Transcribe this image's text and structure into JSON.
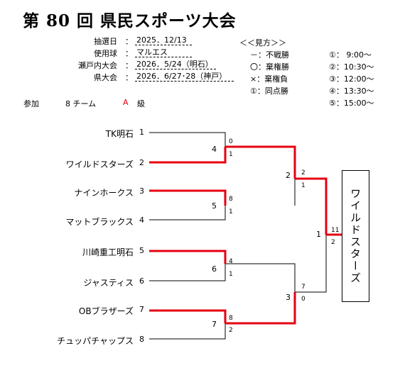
{
  "title": "第 80 回 県民スポーツ大会",
  "info": [
    {
      "label": "抽選日",
      "value": "2025．12/13"
    },
    {
      "label": "使用球",
      "value": "マルエス"
    },
    {
      "label": "瀬戸内大会",
      "value": "2026．5/24（明石）"
    },
    {
      "label": "県大会",
      "value": "2026．6/27･28（神戸）"
    }
  ],
  "legend": {
    "heading": "＜＜見方＞＞",
    "marks": [
      "－：不戦勝",
      "〇：棄権勝",
      "×：棄権負",
      "①：同点勝"
    ],
    "times": [
      "①： 9:00～",
      "②：10:30～",
      "③：12:00～",
      "④：13:30～",
      "⑤：15:00～"
    ]
  },
  "participation": {
    "label": "参加",
    "teams": "8 チーム",
    "grade": "A",
    "grade_suffix": "級"
  },
  "teams": [
    {
      "name": "TK明石",
      "seed": "1"
    },
    {
      "name": "ワイルドスターズ",
      "seed": "2"
    },
    {
      "name": "ナインホークス",
      "seed": "3"
    },
    {
      "name": "マットブラックス",
      "seed": "4"
    },
    {
      "name": "川崎重工明石",
      "seed": "5"
    },
    {
      "name": "ジャスティス",
      "seed": "6"
    },
    {
      "name": "OBブラザーズ",
      "seed": "7"
    },
    {
      "name": "チュッパチャップス",
      "seed": "8"
    }
  ],
  "round1": [
    {
      "game": "4",
      "top": "0",
      "bottom": "1"
    },
    {
      "game": "5",
      "top": "8",
      "bottom": "1"
    },
    {
      "game": "6",
      "top": "4",
      "bottom": "1"
    },
    {
      "game": "7",
      "top": "8",
      "bottom": "2"
    }
  ],
  "round2": [
    {
      "game": "2",
      "top": "2",
      "bottom": "1"
    },
    {
      "game": "3",
      "top": "7",
      "bottom": "0"
    }
  ],
  "final": {
    "game": "1",
    "top": "11",
    "bottom": "2"
  },
  "champion": "ワイルドスターズ",
  "colors": {
    "win_line": "#e60012",
    "line": "#000000"
  }
}
